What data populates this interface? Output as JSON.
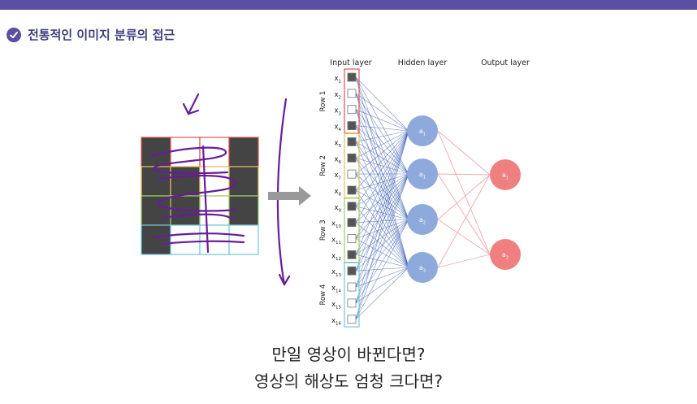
{
  "header": {
    "title": "전통적인 이미지 분류의 접근",
    "check_icon": "check-circle-icon",
    "bar_color": "#5a4fa0"
  },
  "grid": {
    "rows": 4,
    "cols": 4,
    "filled": [
      [
        true,
        false,
        false,
        true
      ],
      [
        true,
        true,
        false,
        true
      ],
      [
        true,
        true,
        false,
        true
      ],
      [
        true,
        false,
        false,
        false
      ]
    ],
    "row_colors": [
      "#d9534f",
      "#e2c15a",
      "#9ccc65",
      "#6ec6e0"
    ],
    "filled_color": "#444444"
  },
  "network": {
    "input_label": "Input layer",
    "hidden_label": "Hidden layer",
    "output_label": "Output layer",
    "row_labels": [
      "Row 1",
      "Row 2",
      "Row 3",
      "Row 4"
    ],
    "inputs": [
      {
        "base": "x",
        "sub": "1",
        "filled": true
      },
      {
        "base": "x",
        "sub": "2",
        "filled": false
      },
      {
        "base": "x",
        "sub": "3",
        "filled": false
      },
      {
        "base": "x",
        "sub": "4",
        "filled": true
      },
      {
        "base": "x",
        "sub": "5",
        "filled": true
      },
      {
        "base": "x",
        "sub": "6",
        "filled": true
      },
      {
        "base": "x",
        "sub": "7",
        "filled": false
      },
      {
        "base": "x",
        "sub": "8",
        "filled": true
      },
      {
        "base": "x",
        "sub": "9",
        "filled": true
      },
      {
        "base": "x",
        "sub": "10",
        "filled": true
      },
      {
        "base": "x",
        "sub": "11",
        "filled": false
      },
      {
        "base": "x",
        "sub": "12",
        "filled": true
      },
      {
        "base": "x",
        "sub": "13",
        "filled": true
      },
      {
        "base": "x",
        "sub": "14",
        "filled": false
      },
      {
        "base": "x",
        "sub": "15",
        "filled": false
      },
      {
        "base": "x",
        "sub": "16",
        "filled": false
      }
    ],
    "hidden_nodes": [
      {
        "base": "a",
        "sub": "1"
      },
      {
        "base": "a",
        "sub": "1"
      },
      {
        "base": "a",
        "sub": "2"
      },
      {
        "base": "a",
        "sub": "3"
      }
    ],
    "output_nodes": [
      {
        "base": "a",
        "sub": "1"
      },
      {
        "base": "a",
        "sub": "2"
      }
    ],
    "input_edge_color": "#3f63b5",
    "hidden_color": "#8ea9db",
    "output_color": "#f08080",
    "output_edge_color": "#f1a9a9",
    "row_box_colors": [
      "#d9534f",
      "#e2c15a",
      "#9ccc65",
      "#6ec6e0"
    ]
  },
  "annotation": {
    "stroke_color": "#6a1b9a",
    "arrow_icon": "gray-right-arrow-icon"
  },
  "captions": {
    "line1": "만일 영상이 바뀐다면?",
    "line2": "영상의 해상도 엄청 크다면?"
  }
}
